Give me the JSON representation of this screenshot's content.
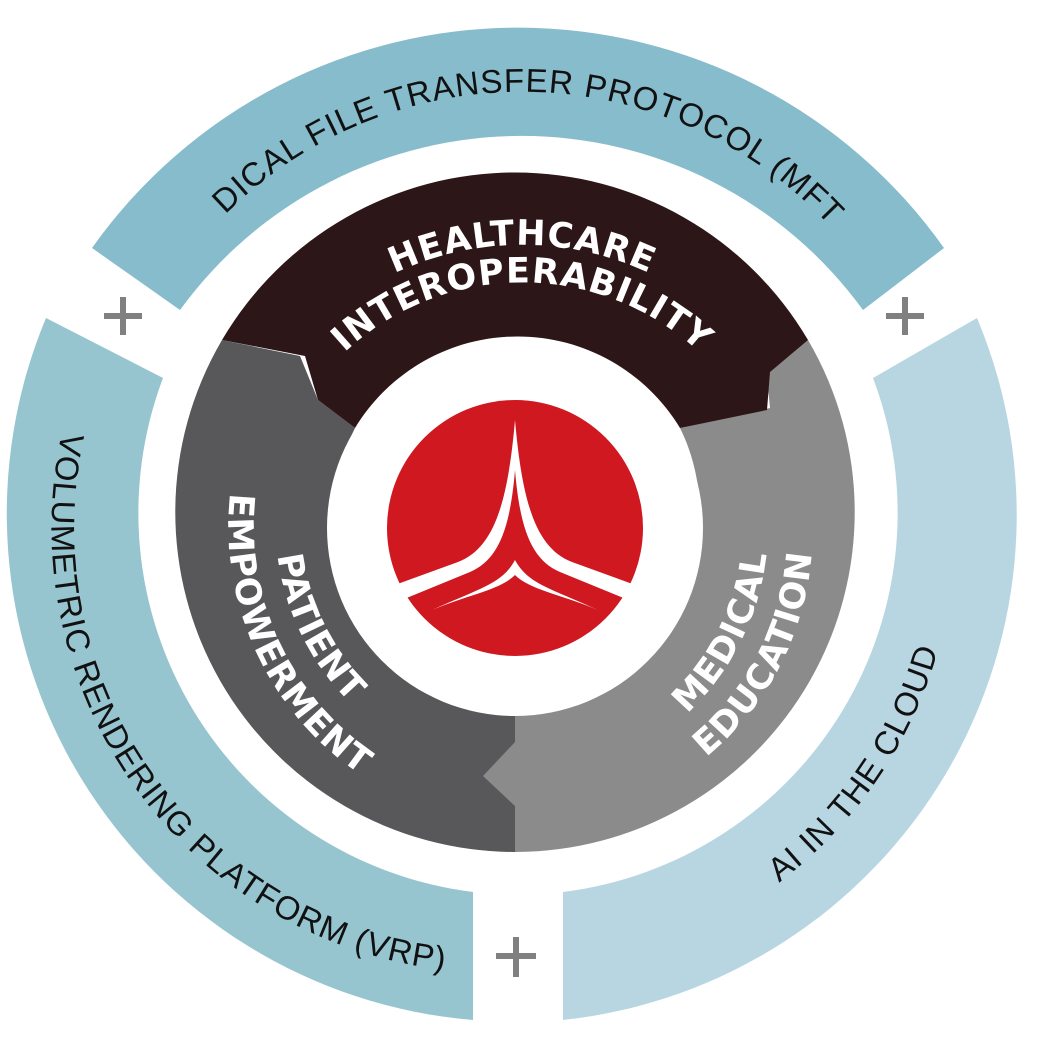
{
  "outer_ring": {
    "top": {
      "label": "MEDICAL FILE TRANSFER PROTOCOL (MFTP)",
      "color": "#86bccb"
    },
    "left": {
      "label": "VOLUMETRIC RENDERING PLATFORM (VRP)",
      "color": "#96c5d0"
    },
    "right": {
      "label": "AI IN THE CLOUD",
      "color": "#b8d6e1"
    }
  },
  "connectors": {
    "symbol": "+",
    "color": "#808080"
  },
  "inner_ring": {
    "top": {
      "line1": "HEALTHCARE",
      "line2": "INTEROPERABILITY",
      "color": "#2d1617"
    },
    "left": {
      "line1": "PATIENT",
      "line2": "EMPOWERMENT",
      "color": "#58585a"
    },
    "right": {
      "line1": "MEDICAL",
      "line2": "EDUCATION",
      "color": "#8b8b8b"
    }
  },
  "center_logo": {
    "icon": "red-circle-spike-logo-icon",
    "color": "#cf1820"
  }
}
